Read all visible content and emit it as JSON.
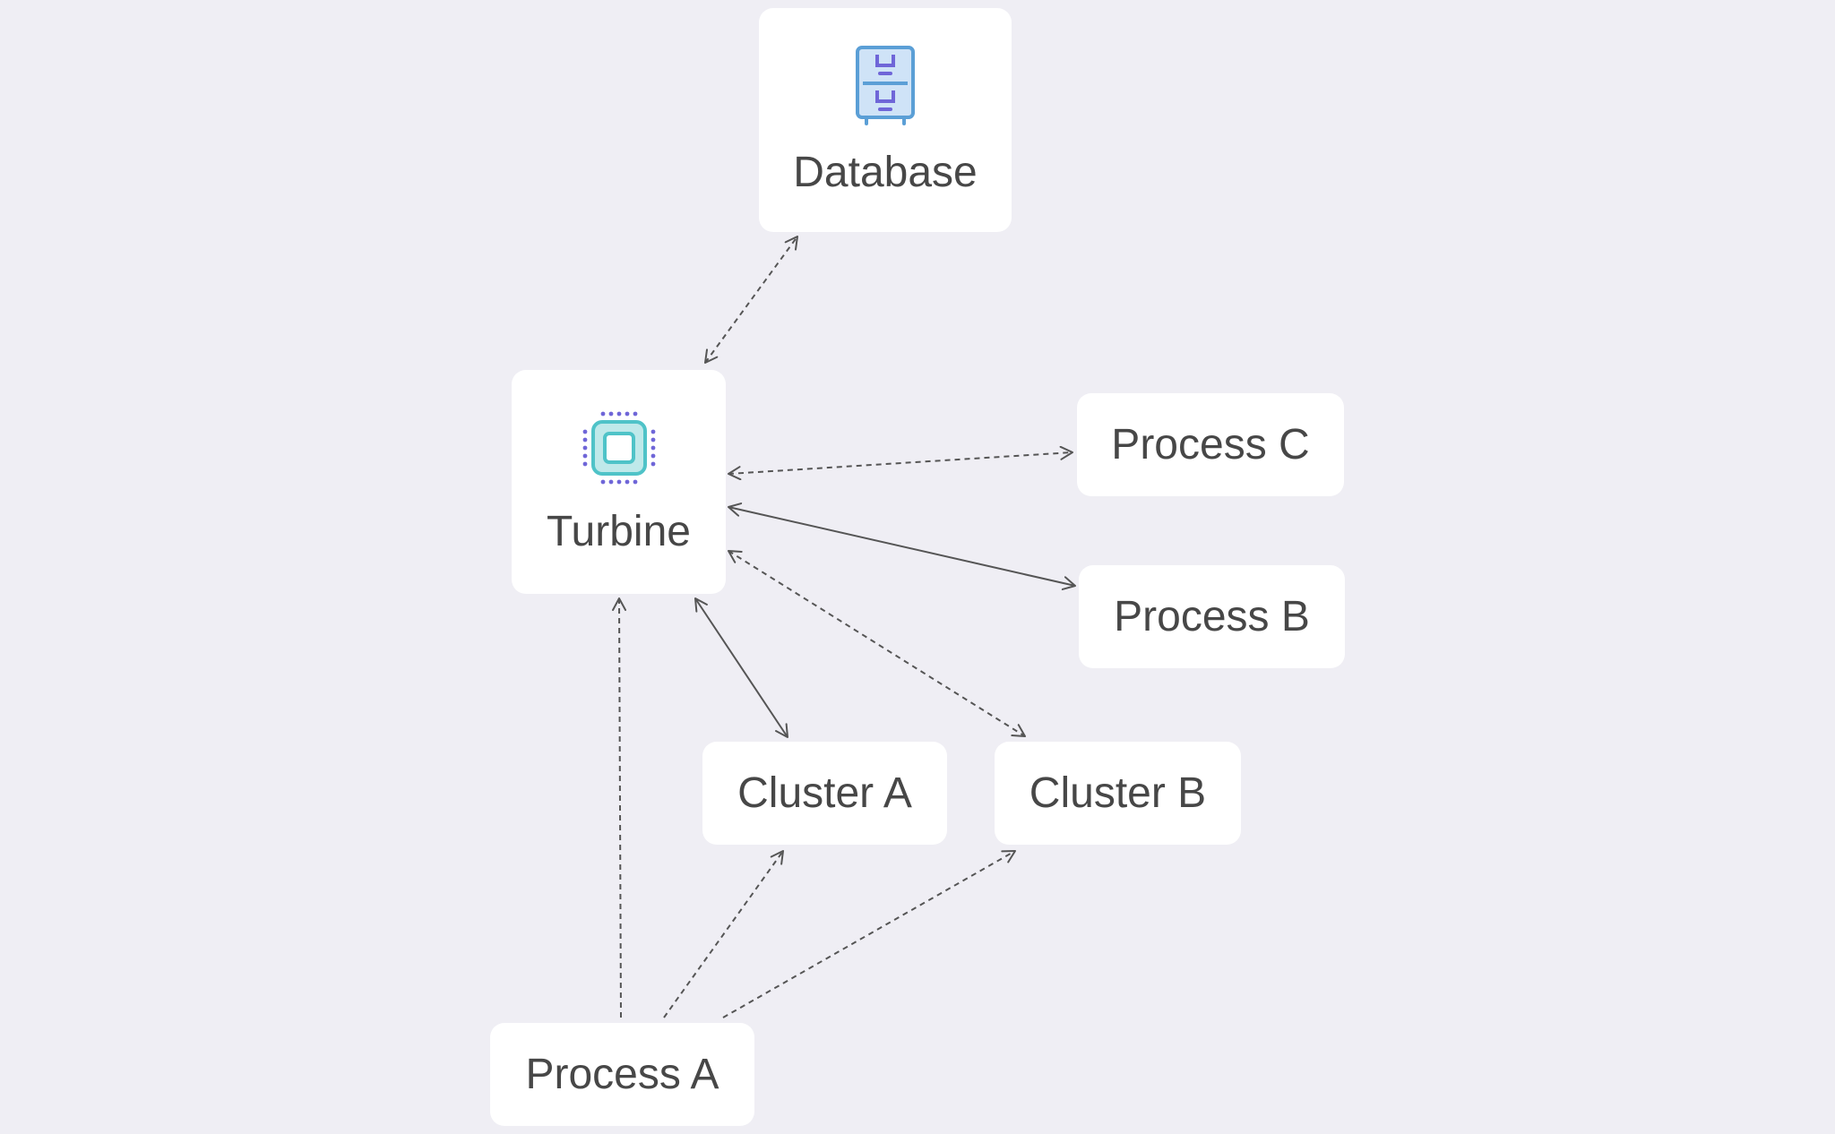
{
  "diagram": {
    "nodes": {
      "database": {
        "label": "Database",
        "icon": "filing-cabinet-icon"
      },
      "turbine": {
        "label": "Turbine",
        "icon": "cpu-chip-icon"
      },
      "process_c": {
        "label": "Process C"
      },
      "process_b": {
        "label": "Process B"
      },
      "cluster_a": {
        "label": "Cluster A"
      },
      "cluster_b": {
        "label": "Cluster B"
      },
      "process_a": {
        "label": "Process A"
      }
    },
    "edges": [
      {
        "from": "Turbine",
        "to": "Database",
        "style": "dashed",
        "direction": "both"
      },
      {
        "from": "Turbine",
        "to": "Process C",
        "style": "dashed",
        "direction": "both"
      },
      {
        "from": "Turbine",
        "to": "Process B",
        "style": "solid",
        "direction": "both"
      },
      {
        "from": "Turbine",
        "to": "Cluster A",
        "style": "solid",
        "direction": "both"
      },
      {
        "from": "Turbine",
        "to": "Cluster B",
        "style": "dashed",
        "direction": "both"
      },
      {
        "from": "Process A",
        "to": "Turbine",
        "style": "dashed",
        "direction": "forward"
      },
      {
        "from": "Process A",
        "to": "Cluster A",
        "style": "dashed",
        "direction": "forward"
      },
      {
        "from": "Process A",
        "to": "Cluster B",
        "style": "dashed",
        "direction": "forward"
      }
    ],
    "colors": {
      "background": "#efeef4",
      "node_fill": "#ffffff",
      "text": "#474747",
      "edge": "#555555"
    }
  }
}
